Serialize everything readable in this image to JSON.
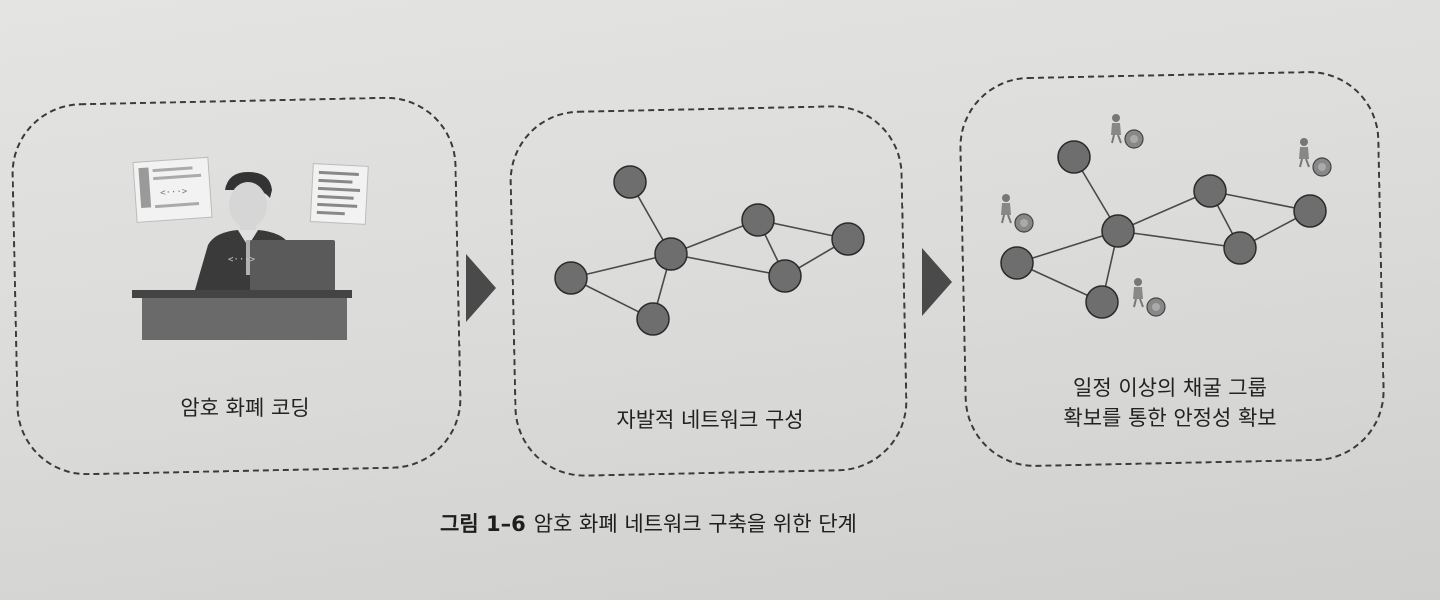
{
  "steps": [
    {
      "caption": "암호 화폐 코딩"
    },
    {
      "caption": "자발적 네트워크 구성"
    },
    {
      "caption_line1": "일정 이상의 채굴 그룹",
      "caption_line2": "확보를 통한 안정성 확보"
    }
  ],
  "figure": {
    "number": "그림 1–6",
    "title": "암호 화폐 네트워크 구축을 위한 단계"
  },
  "icons": {
    "coder": "programmer-at-desk-icon",
    "node": "network-node-icon",
    "miner": "miner-with-coin-icon",
    "arrow": "triangle-arrow-icon"
  },
  "colors": {
    "node_fill": "#6e6e6e",
    "node_stroke": "#2a2a2a",
    "arrow": "#4a4a4a",
    "border": "#3a3a3a"
  }
}
